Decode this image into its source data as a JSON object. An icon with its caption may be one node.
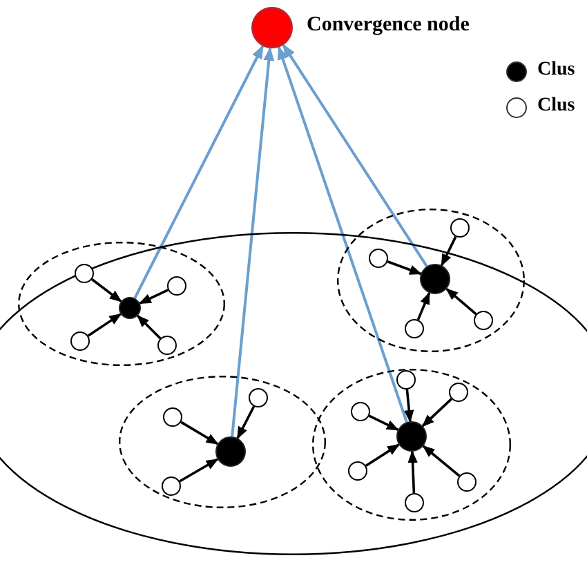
{
  "diagram": {
    "nodes": [
      {
        "text": [
          "Convergence node"
        ]
      },
      {
        "text": [],
        "shape": "ellipse"
      },
      {
        "text": [],
        "shape": "ellipse",
        "in": 1
      },
      {
        "text": [],
        "shape": "dot",
        "in": 2
      },
      {
        "text": [],
        "shape": "circle",
        "in": 2
      },
      {
        "text": [],
        "shape": "circle",
        "in": 2
      },
      {
        "text": [],
        "shape": "circle",
        "in": 2
      },
      {
        "text": [],
        "shape": "circle",
        "in": 2
      },
      {
        "text": [],
        "shape": "ellipse",
        "in": 1
      },
      {
        "text": [],
        "shape": "dot",
        "in": 8
      },
      {
        "text": [],
        "shape": "circle",
        "in": 8
      },
      {
        "text": [],
        "shape": "circle",
        "in": 8
      },
      {
        "text": [],
        "shape": "circle",
        "in": 8
      },
      {
        "text": [],
        "shape": "ellipse",
        "in": 1
      },
      {
        "text": [],
        "shape": "dot",
        "in": 13
      },
      {
        "text": [],
        "shape": "circle",
        "in": 13
      },
      {
        "text": [],
        "shape": "circle",
        "in": 13
      },
      {
        "text": [],
        "shape": "circle",
        "in": 13
      },
      {
        "text": [],
        "shape": "circle",
        "in": 13
      },
      {
        "text": [],
        "shape": "ellipse",
        "in": 1
      },
      {
        "text": [],
        "shape": "dot",
        "in": 19
      },
      {
        "text": [],
        "shape": "circle",
        "in": 19
      },
      {
        "text": [],
        "shape": "circle",
        "in": 19
      },
      {
        "text": [],
        "shape": "circle",
        "in": 19
      },
      {
        "text": [],
        "shape": "circle",
        "in": 19
      },
      {
        "text": [],
        "shape": "circle",
        "in": 19
      },
      {
        "text": [],
        "shape": "circle",
        "in": 19
      }
    ],
    "edges": [
      {
        "from": 3,
        "to": 0,
        "arrow": "to",
        "color": "#6a9fd0"
      },
      {
        "from": 9,
        "to": 0,
        "arrow": "to",
        "color": "#6a9fd0"
      },
      {
        "from": 20,
        "to": 0,
        "arrow": "to",
        "color": "#6a9fd0"
      },
      {
        "from": 14,
        "to": 0,
        "arrow": "to",
        "color": "#6a9fd0"
      },
      {
        "from": 4,
        "to": 3,
        "arrow": "to"
      },
      {
        "from": 5,
        "to": 3,
        "arrow": "to"
      },
      {
        "from": 6,
        "to": 3,
        "arrow": "to"
      },
      {
        "from": 7,
        "to": 3,
        "arrow": "to"
      },
      {
        "from": 10,
        "to": 9,
        "arrow": "to"
      },
      {
        "from": 11,
        "to": 9,
        "arrow": "to"
      },
      {
        "from": 12,
        "to": 9,
        "arrow": "to"
      },
      {
        "from": 15,
        "to": 14,
        "arrow": "to"
      },
      {
        "from": 16,
        "to": 14,
        "arrow": "to"
      },
      {
        "from": 17,
        "to": 14,
        "arrow": "to"
      },
      {
        "from": 18,
        "to": 14,
        "arrow": "to"
      },
      {
        "from": 21,
        "to": 20,
        "arrow": "to"
      },
      {
        "from": 22,
        "to": 20,
        "arrow": "to"
      },
      {
        "from": 23,
        "to": 20,
        "arrow": "to"
      },
      {
        "from": 24,
        "to": 20,
        "arrow": "to"
      },
      {
        "from": 25,
        "to": 20,
        "arrow": "to"
      },
      {
        "from": 26,
        "to": 20,
        "arrow": "to"
      }
    ],
    "legend": [
      {
        "text": "Clus",
        "color": "#000000"
      },
      {
        "text": "Clus"
      }
    ]
  }
}
